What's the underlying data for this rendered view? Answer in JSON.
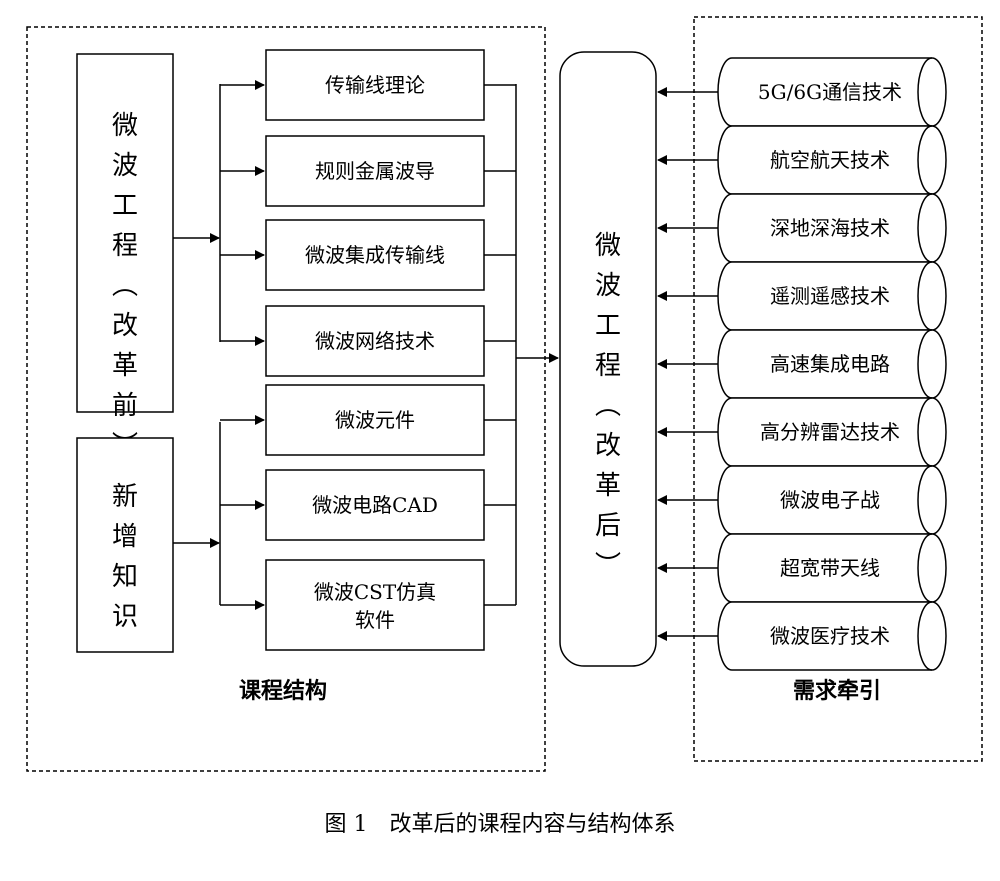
{
  "course_structure": {
    "before_reform_label": "微波工程（改革前）",
    "new_knowledge_label": "新增知识",
    "before_topics": [
      "传输线理论",
      "规则金属波导",
      "微波集成传输线",
      "微波网络技术"
    ],
    "new_topics": [
      "微波元件",
      "微波电路CAD",
      "微波CST仿真软件"
    ],
    "section_label": "课程结构"
  },
  "center": {
    "after_reform_label": "微波工程（改革后）"
  },
  "demand_traction": {
    "drivers": [
      "5G/6G通信技术",
      "航空航天技术",
      "深地深海技术",
      "遥测遥感技术",
      "高速集成电路",
      "高分辨雷达技术",
      "微波电子战",
      "超宽带天线",
      "微波医疗技术"
    ],
    "section_label": "需求牵引"
  },
  "caption": {
    "figure_number": "图 1",
    "title": "改革后的课程内容与结构体系"
  }
}
